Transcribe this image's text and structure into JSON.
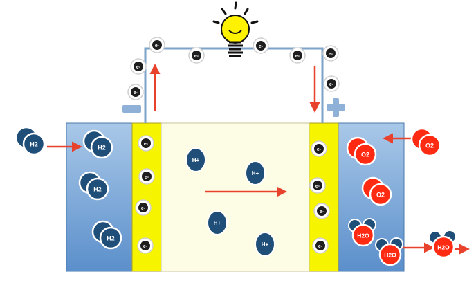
{
  "colors": {
    "anode_gradient_top": "#a9c8e8",
    "anode_gradient_bottom": "#5b8fcb",
    "electrolyte": "#fdfde6",
    "electrode": "#f7f400",
    "wire": "#7ea3c9",
    "arrow": "#e8412c",
    "electron_dark": "#1e1e1e",
    "hydrogen": "#1f4e79",
    "oxygen": "#ff2a12",
    "minus_sign": "#8fb1d8",
    "plus_sign": "#8fb1d8",
    "bulb": "#fff200"
  },
  "labels": {
    "electron": "e-",
    "hydrogen_molecule": "H2",
    "proton": "H+",
    "oxygen_molecule": "O2",
    "water": "H2O"
  },
  "icons": {
    "bulb": "light-bulb-icon",
    "minus": "minus-sign-icon",
    "plus": "plus-sign-icon"
  }
}
